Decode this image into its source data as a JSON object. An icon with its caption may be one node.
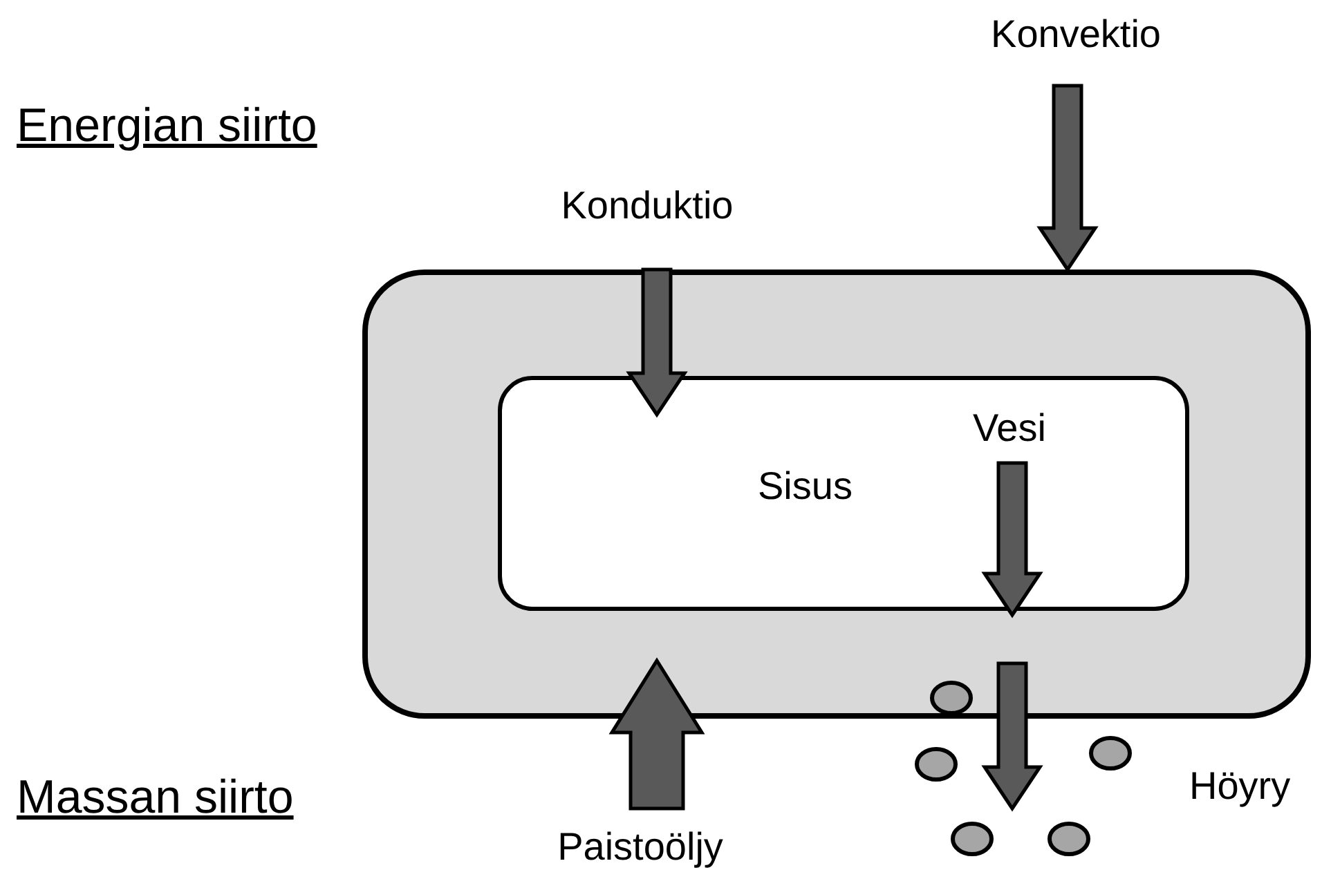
{
  "diagram": {
    "nodes": [
      {
        "text": [
          "Konvektio"
        ]
      },
      {
        "text": [
          "Konduktio"
        ]
      },
      {
        "text": [],
        "shape": "box"
      },
      {
        "text": [
          "Sisus"
        ],
        "in": 2
      },
      {
        "text": [
          "Vesi"
        ],
        "in": 3
      },
      {
        "text": [
          "Paistoöljy"
        ]
      }
    ],
    "edges": [
      {
        "from": 0,
        "to": 2,
        "arrow": "to"
      },
      {
        "from": 1,
        "to": 3,
        "arrow": "to"
      },
      {
        "from": 4,
        "to": 2,
        "arrow": "to"
      },
      {
        "from": 2,
        "to": null,
        "arrow": "to"
      },
      {
        "from": 5,
        "to": 2,
        "arrow": "to",
        "style": "thick"
      }
    ],
    "labels": [
      "Energian siirto",
      "Massan siirto",
      "Höyry"
    ]
  }
}
